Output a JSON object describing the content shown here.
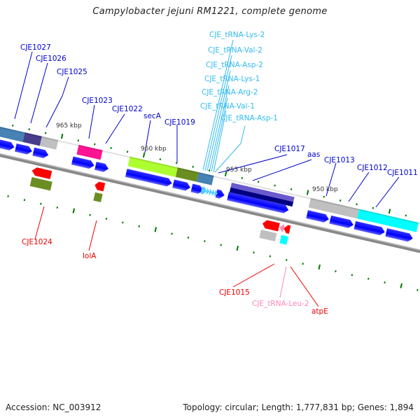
{
  "title": "Campylobacter jejuni RM1221, complete genome",
  "footer": {
    "accession": "Accession: NC_003912",
    "summary": "Topology: circular; Length: 1,777,831 bp; Genes: 1,894"
  },
  "colors": {
    "forward_label": "#0000cc",
    "reverse_label": "#ee0000",
    "trna_label": "#33bbee",
    "trna_rev_label": "#ff88bb",
    "cds_arrow": "#0000ff",
    "backbone": "#888888",
    "tick": "#007700"
  },
  "scale_labels": [
    {
      "text": "965 kbp",
      "pos": 110
    },
    {
      "text": "960 kbp",
      "pos": 218
    },
    {
      "text": "955 kbp",
      "pos": 336
    },
    {
      "text": "950 kbp",
      "pos": 462
    }
  ],
  "forward_features": [
    {
      "name": "CJE1027",
      "start": 0,
      "end": 28,
      "color": "#4682b4"
    },
    {
      "name": "CJE1026",
      "start": 28,
      "end": 55,
      "color": "#483d8b"
    },
    {
      "name": "CJE1025",
      "start": 55,
      "end": 80,
      "color": "#c0c0c0"
    },
    {
      "name": "CJE1023",
      "start": 120,
      "end": 155,
      "color": "#ff1493"
    },
    {
      "name": "CJE1022",
      "start": 162,
      "end": 178,
      "color": "none"
    },
    {
      "name": "secA",
      "start": 190,
      "end": 260,
      "color": "#adff2f"
    },
    {
      "name": "CJE1019",
      "start": 260,
      "end": 290,
      "color": "#6b8e23"
    },
    {
      "name": "",
      "start": 290,
      "end": 312,
      "color": "#4682b4"
    },
    {
      "name": "CJE1017",
      "start": 340,
      "end": 430,
      "color": "#6a5acd"
    },
    {
      "name": "aas",
      "start": 340,
      "end": 430,
      "color": "#000080"
    },
    {
      "name": "CJE1013",
      "start": 455,
      "end": 490,
      "color": "#c0c0c0"
    },
    {
      "name": "",
      "start": 490,
      "end": 525,
      "color": "#c0c0c0"
    },
    {
      "name": "CJE1012",
      "start": 525,
      "end": 565,
      "color": "#00ffff"
    },
    {
      "name": "CJE1011",
      "start": 565,
      "end": 605,
      "color": "#00ffff"
    }
  ],
  "trna_labels": [
    "CJE_tRNA-Lys-2",
    "CJE_tRNA-Val-2",
    "CJE_tRNA-Asp-2",
    "CJE_tRNA-Lys-1",
    "CJE_tRNA-Arg-2",
    "CJE_tRNA-Val-1",
    "CJE_tRNA-Asp-1"
  ],
  "forward_labels": [
    "CJE1027",
    "CJE1026",
    "CJE1025",
    "CJE1023",
    "CJE1022",
    "secA",
    "CJE1019",
    "CJE1017",
    "aas",
    "CJE1013",
    "CJE1012",
    "CJE1011"
  ],
  "reverse_labels": [
    "CJE1024",
    "lolA",
    "CJE1015",
    "CJE_tRNA-Leu-2",
    "atpE"
  ]
}
